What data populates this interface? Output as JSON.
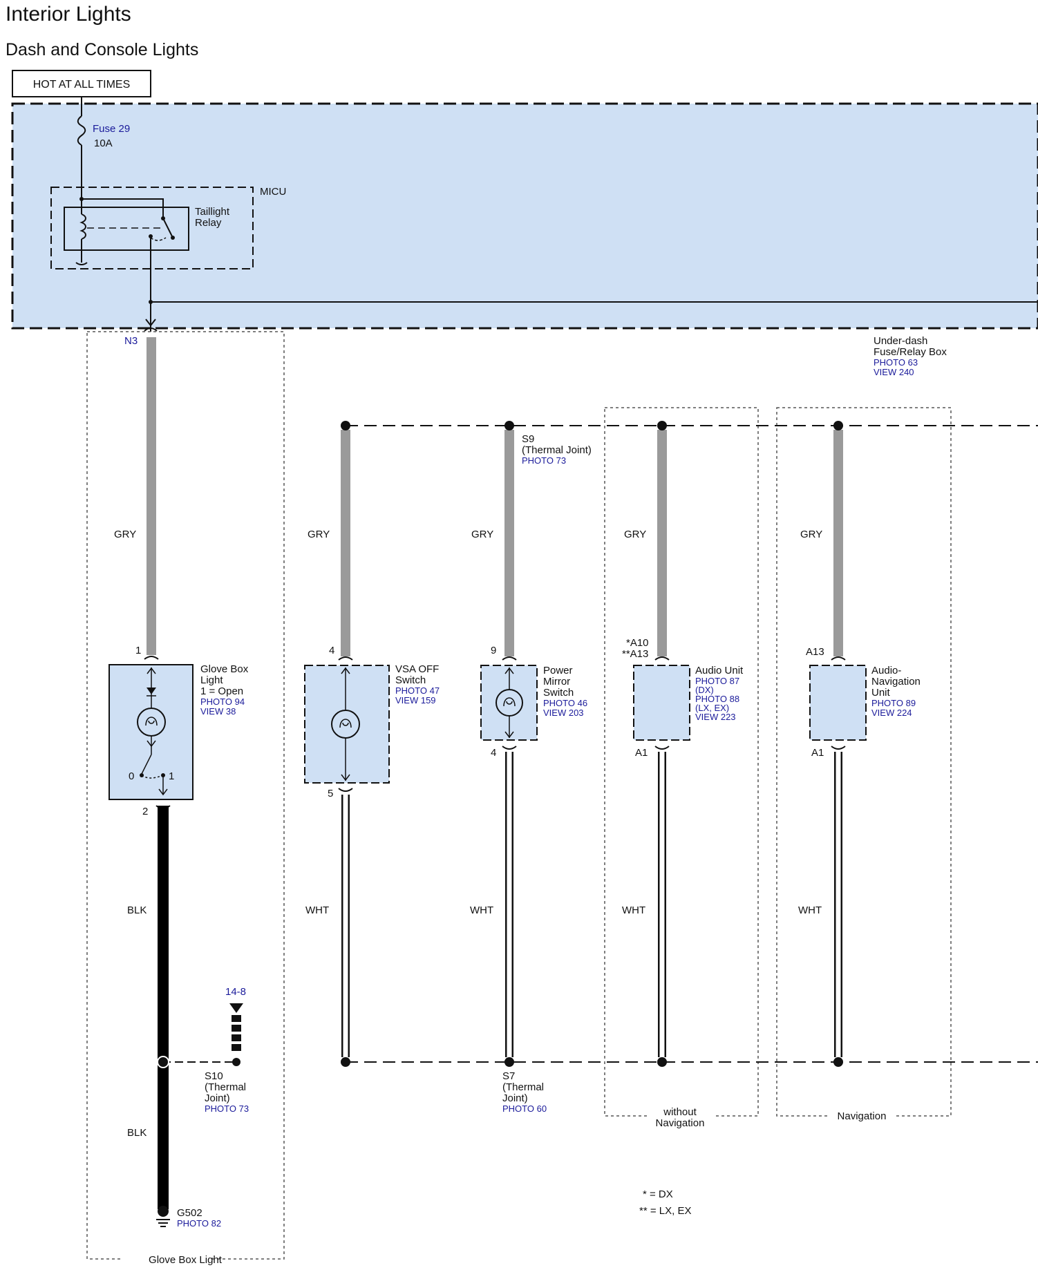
{
  "title": "Interior Lights",
  "subtitle": "Dash and Console Lights",
  "hot_label": "HOT AT ALL TIMES",
  "fuse": {
    "name": "Fuse 29",
    "rating": "10A"
  },
  "micu": "MICU",
  "relay": {
    "line1": "Taillight",
    "line2": "Relay"
  },
  "connector_n3": "N3",
  "fuse_box": {
    "line1": "Under-dash",
    "line2": "Fuse/Relay Box",
    "photo": "PHOTO 63",
    "view": "VIEW 240"
  },
  "s9": {
    "name": "S9",
    "desc": "(Thermal Joint)",
    "photo": "PHOTO 73"
  },
  "wires": {
    "gry": "GRY",
    "blk": "BLK",
    "wht": "WHT"
  },
  "glove": {
    "pin_top": "1",
    "pin_bottom": "2",
    "line1": "Glove Box",
    "line2": "Light",
    "line3": "1 = Open",
    "photo": "PHOTO 94",
    "view": "VIEW 38",
    "sw0": "0",
    "sw1": "1",
    "frame_label": "Glove Box Light"
  },
  "vsa": {
    "pin_top": "4",
    "pin_bottom": "5",
    "line1": "VSA OFF",
    "line2": "Switch",
    "photo": "PHOTO 47",
    "view": "VIEW 159"
  },
  "mirror": {
    "pin_top": "9",
    "pin_bottom": "4",
    "line1": "Power",
    "line2": "Mirror",
    "line3": "Switch",
    "photo": "PHOTO 46",
    "view": "VIEW 203"
  },
  "audio": {
    "pin_top1": "*A10",
    "pin_top2": "**A13",
    "pin_bottom": "A1",
    "name": "Audio Unit",
    "photo1": "PHOTO 87",
    "var1": "(DX)",
    "photo2": "PHOTO 88",
    "var2": "(LX, EX)",
    "view": "VIEW 223",
    "frame1": "without",
    "frame2": "Navigation"
  },
  "nav": {
    "pin_top": "A13",
    "pin_bottom": "A1",
    "line1": "Audio-",
    "line2": "Navigation",
    "line3": "Unit",
    "photo": "PHOTO 89",
    "view": "VIEW 224",
    "frame": "Navigation"
  },
  "s10": {
    "ref": "14-8",
    "name": "S10",
    "desc1": "(Thermal",
    "desc2": "Joint)",
    "photo": "PHOTO 73"
  },
  "s7": {
    "name": "S7",
    "desc1": "(Thermal",
    "desc2": "Joint)",
    "photo": "PHOTO 60"
  },
  "ground": {
    "name": "G502",
    "photo": "PHOTO 82"
  },
  "legend": {
    "dx": "* = DX",
    "lxex": "** = LX, EX"
  },
  "colors": {
    "panel": "#cfe0f4",
    "wire_gray": "#9a9a9a",
    "wire_black": "#000000",
    "ref_blue": "#1a1a9a"
  }
}
